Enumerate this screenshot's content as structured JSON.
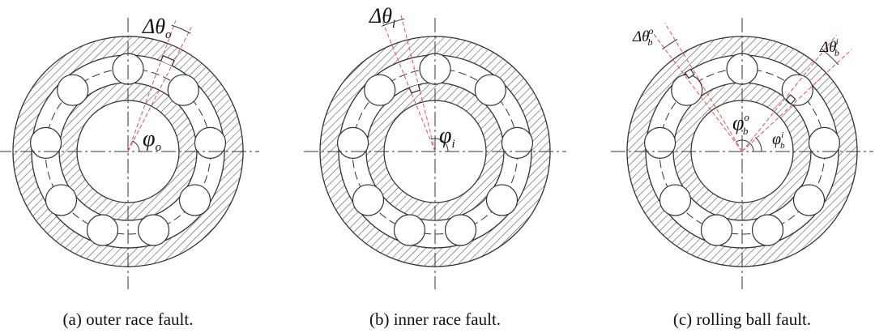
{
  "colors": {
    "ink": "#333333",
    "hatch": "#555555",
    "fault_lines": "#e05050"
  },
  "panels": [
    {
      "id": "a",
      "caption": "(a) outer race fault.",
      "labels": {
        "delta_sym": "Δ",
        "theta_sym": "θ",
        "delta_sub": "o",
        "angle_sym": "φ",
        "angle_sub": "o"
      }
    },
    {
      "id": "b",
      "caption": "(b) inner race fault.",
      "labels": {
        "delta_sym": "Δ",
        "theta_sym": "θ",
        "delta_sub": "i",
        "angle_sym": "φ",
        "angle_sub": "i"
      }
    },
    {
      "id": "c",
      "caption": "(c) rolling ball fault.",
      "labels": {
        "delta_sym": "Δ",
        "theta_sym": "θ",
        "delta_o_sub": "b",
        "delta_o_sup": "o",
        "delta_i_sub": "b",
        "delta_i_sup": "i",
        "angle_sym": "φ",
        "angle_o_sub": "b",
        "angle_o_sup": "o",
        "angle_i_sub": "b",
        "angle_i_sup": "i"
      }
    }
  ]
}
